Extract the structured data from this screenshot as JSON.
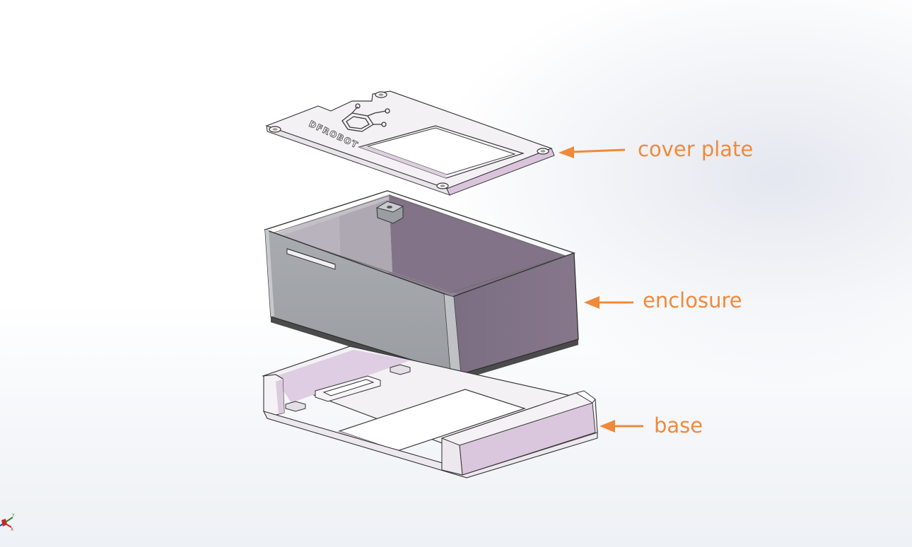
{
  "labels": {
    "cover_plate": "cover plate",
    "enclosure": "enclosure",
    "base": "base"
  },
  "logo_text": "DFROBOT",
  "colors": {
    "arrow": "#f08a3a",
    "part_light": "#f3eff4",
    "part_pink": "#dcc8df",
    "enclosure_front": "#a3a6aa",
    "enclosure_inner": "#7d6d82"
  },
  "icons": {
    "axis_triad": "xyz-axis-triad-icon"
  }
}
